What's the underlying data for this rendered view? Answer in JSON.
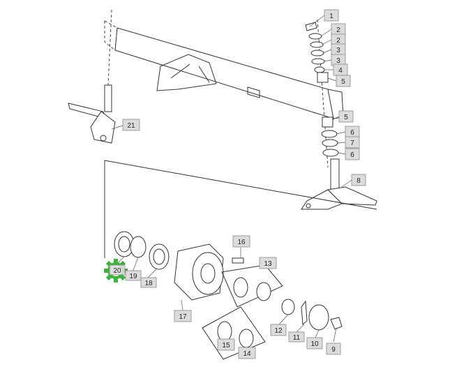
{
  "callouts": [
    {
      "id": "c1",
      "label": "1"
    },
    {
      "id": "c2a",
      "label": "2"
    },
    {
      "id": "c2b",
      "label": "2"
    },
    {
      "id": "c3a",
      "label": "3"
    },
    {
      "id": "c3b",
      "label": "3"
    },
    {
      "id": "c4",
      "label": "4"
    },
    {
      "id": "c5a",
      "label": "5"
    },
    {
      "id": "c5b",
      "label": "5"
    },
    {
      "id": "c6a",
      "label": "6"
    },
    {
      "id": "c7",
      "label": "7"
    },
    {
      "id": "c6b",
      "label": "6"
    },
    {
      "id": "c8",
      "label": "8"
    },
    {
      "id": "c21",
      "label": "21"
    },
    {
      "id": "c16",
      "label": "16"
    },
    {
      "id": "c13",
      "label": "13"
    },
    {
      "id": "c20",
      "label": "20"
    },
    {
      "id": "c19",
      "label": "19"
    },
    {
      "id": "c18",
      "label": "18"
    },
    {
      "id": "c17",
      "label": "17"
    },
    {
      "id": "c12",
      "label": "12"
    },
    {
      "id": "c11",
      "label": "11"
    },
    {
      "id": "c10",
      "label": "10"
    },
    {
      "id": "c9",
      "label": "9"
    },
    {
      "id": "c15",
      "label": "15"
    },
    {
      "id": "c14",
      "label": "14"
    }
  ],
  "colors": {
    "highlight": "#3cb43c",
    "tag": "#dcdcdc",
    "line": "#333333"
  },
  "icons": {
    "highlight": "gear-icon"
  }
}
